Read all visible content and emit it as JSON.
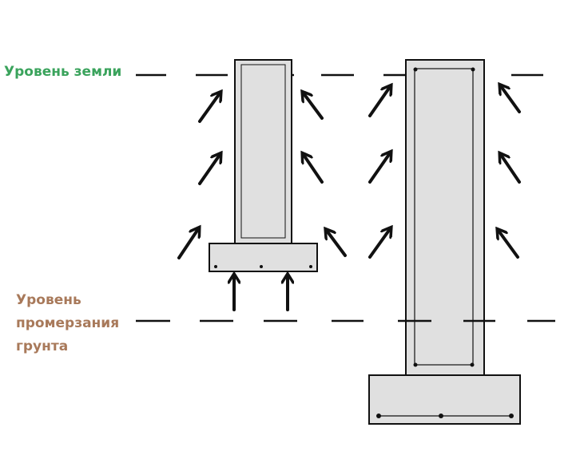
{
  "labels": {
    "ground_level": "Уровень земли",
    "frost_level": [
      "Уровень",
      "промерзания",
      "грунта"
    ]
  },
  "colors": {
    "ground_label": "#3aa35c",
    "frost_label": "#a8795a",
    "concrete": "#e0e0e0",
    "line": "#111111"
  }
}
